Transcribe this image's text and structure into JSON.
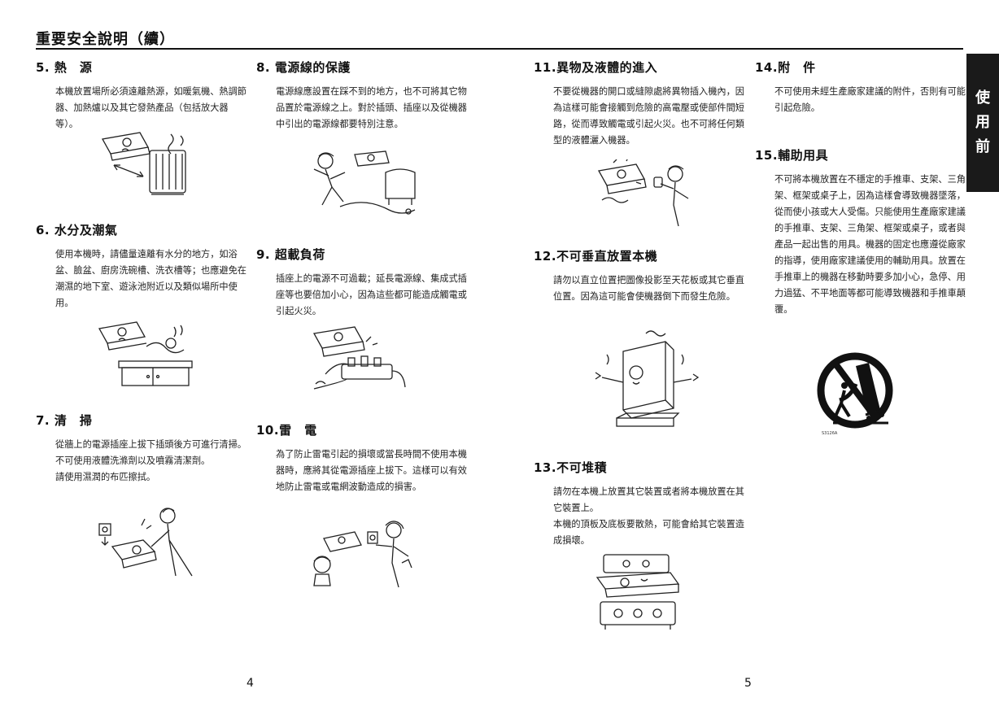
{
  "page_title": "重要安全說明（續）",
  "side_tab": [
    "使",
    "用",
    "前"
  ],
  "sections": {
    "s5": {
      "heading": "5.  熱　源",
      "body": "本機放置場所必須遠離熱源，如暖氣機、熱調節器、加熱爐以及其它發熱產品（包括放大器等）。"
    },
    "s6": {
      "heading": "6.  水分及潮氣",
      "body": "使用本機時，請儘量遠離有水分的地方，如浴盆、臉盆、廚房洗碗槽、洗衣槽等；也應避免在潮濕的地下室、遊泳池附近以及類似場所中使用。"
    },
    "s7": {
      "heading": "7.  清　掃",
      "body1": "從牆上的電源插座上拔下插頭後方可進行清掃。不可使用液體洗滌劑以及噴霧清潔劑。",
      "body2": "請使用濕潤的布匹擦拭。"
    },
    "s8": {
      "heading": "8.  電源線的保護",
      "body": "電源線應設置在踩不到的地方，也不可將其它物品置於電源線之上。對於插頭、插座以及從機器中引出的電源線都要特別注意。"
    },
    "s9": {
      "heading": "9.  超載負荷",
      "body": "插座上的電源不可過載；延長電源線、集成式插座等也要倍加小心，因為這些都可能造成觸電或引起火災。"
    },
    "s10": {
      "heading": "10.雷　電",
      "body": "為了防止雷電引起的損壞或當長時間不使用本機器時，應將其從電源插座上拔下。這樣可以有效地防止雷電或電網波動造成的損害。"
    },
    "s11": {
      "heading": "11.異物及液體的進入",
      "body": "不要從機器的開口或縫隙處將異物插入機內，因為這樣可能會接觸到危險的高電壓或使部件間短路，從而導致觸電或引起火災。也不可將任何類型的液體灑入機器。"
    },
    "s12": {
      "heading": "12.不可垂直放置本機",
      "body": "請勿以直立位置把圖像投影至天花板或其它垂直位置。因為這可能會使機器倒下而發生危險。"
    },
    "s13": {
      "heading": "13.不可堆積",
      "body1": "請勿在本機上放置其它裝置或者將本機放置在其它裝置上。",
      "body2": "本機的頂板及底板要散熱，可能會給其它裝置造成損壞。"
    },
    "s14": {
      "heading": "14.附　件",
      "body": "不可使用未經生產廠家建議的附件，否則有可能引起危險。"
    },
    "s15": {
      "heading": "15.輔助用具",
      "body": "不可將本機放置在不穩定的手推車、支架、三角架、框架或桌子上，因為這樣會導致機器墜落，從而使小孩或大人受傷。只能使用生產廠家建議的手推車、支架、三角架、框架或桌子，或者與產品一起出售的用具。機器的固定也應遵從廠家的指導，使用廠家建議使用的輔助用具。放置在手推車上的機器在移動時要多加小心，急停、用力過猛、不平地面等都可能導致機器和手推車顛覆。"
    }
  },
  "cart_symbol_caption": "S3126A",
  "page_numbers": {
    "left": "4",
    "right": "5"
  }
}
